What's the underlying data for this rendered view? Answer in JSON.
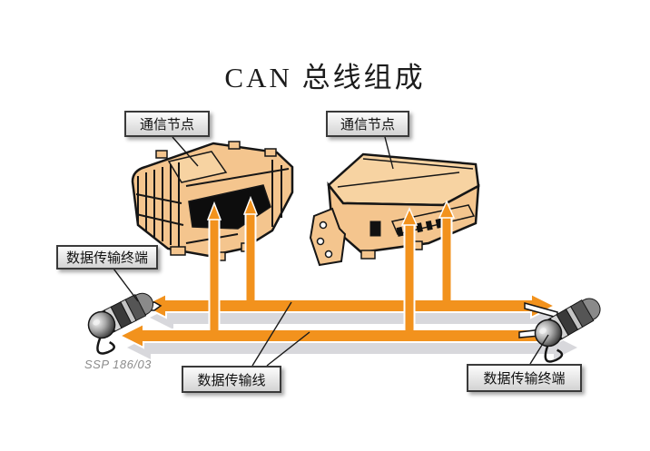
{
  "title": "CAN 总线组成",
  "footnote": "SSP 186/03",
  "callouts": {
    "node_left": {
      "label": "通信节点"
    },
    "node_right": {
      "label": "通信节点"
    },
    "terminal_left": {
      "label": "数据传输终端"
    },
    "terminal_right": {
      "label": "数据传输终端"
    },
    "bus_line": {
      "label": "数据传输线"
    }
  },
  "colors": {
    "bus_orange": "#F2921D",
    "bus_orange_light": "#F9B55F",
    "shadow_gray": "#D8D8DC",
    "ecu_fill": "#F4C58E",
    "ecu_fill_light": "#F7D3A2",
    "line_black": "#161616"
  }
}
